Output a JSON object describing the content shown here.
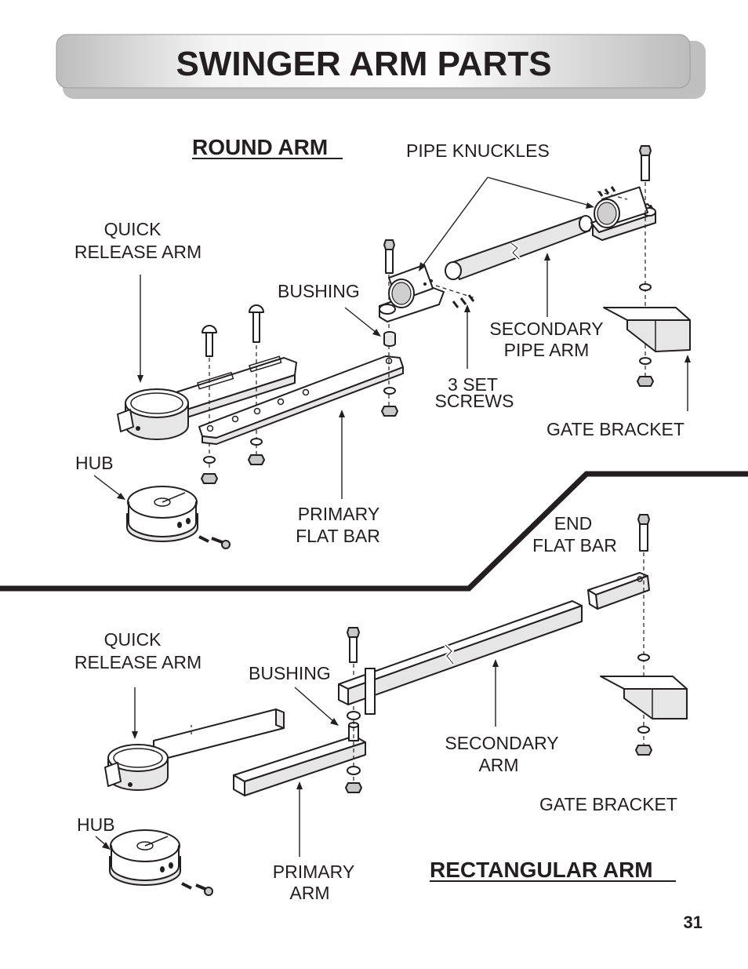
{
  "page": {
    "title": "SWINGER ARM PARTS",
    "page_number": "31"
  },
  "round_arm": {
    "heading": "ROUND ARM",
    "labels": {
      "pipe_knuckles": "PIPE KNUCKLES",
      "quick_release_arm_1": "QUICK",
      "quick_release_arm_2": "RELEASE ARM",
      "bushing": "BUSHING",
      "secondary_pipe_arm_1": "SECONDARY",
      "secondary_pipe_arm_2": "PIPE ARM",
      "set_screws_1": "3 SET",
      "set_screws_2": "SCREWS",
      "gate_bracket": "GATE BRACKET",
      "hub": "HUB",
      "primary_flat_bar_1": "PRIMARY",
      "primary_flat_bar_2": "FLAT BAR"
    }
  },
  "rectangular_arm": {
    "heading": "RECTANGULAR ARM",
    "labels": {
      "end_flat_bar_1": "END",
      "end_flat_bar_2": "FLAT BAR",
      "quick_release_arm_1": "QUICK",
      "quick_release_arm_2": "RELEASE ARM",
      "bushing": "BUSHING",
      "secondary_arm_1": "SECONDARY",
      "secondary_arm_2": "ARM",
      "gate_bracket": "GATE BRACKET",
      "hub": "HUB",
      "primary_arm_1": "PRIMARY",
      "primary_arm_2": "ARM"
    }
  }
}
